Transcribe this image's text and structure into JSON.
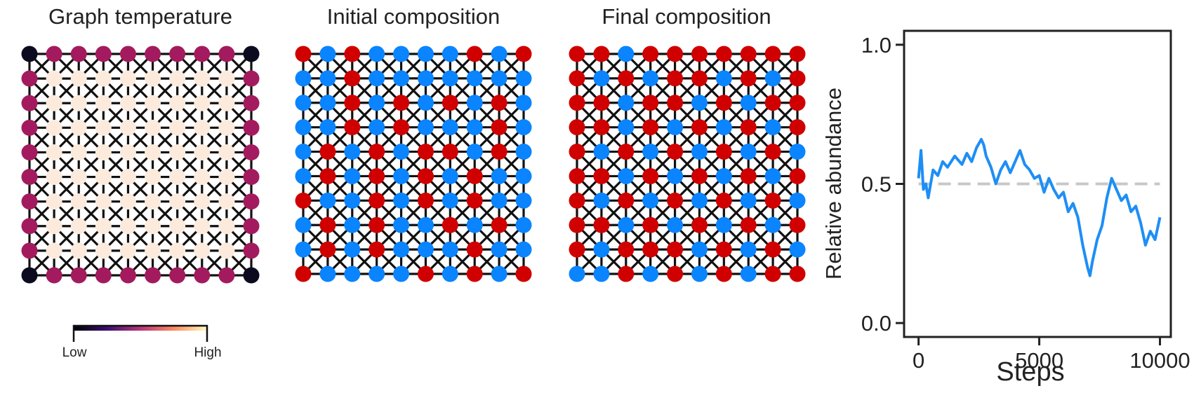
{
  "colors": {
    "red": "#d00000",
    "blue": "#0a84ff",
    "cold": "#0b0a1f",
    "mid": "#a31b5e",
    "hot": "#fcebdc",
    "edge": "#111111",
    "line": "#1e8ef5",
    "ref": "#c8c8c8"
  },
  "panels": {
    "temperature": {
      "title": "Graph temperature",
      "colorbar": {
        "low_label": "Low",
        "high_label": "High"
      }
    },
    "initial": {
      "title": "Initial composition"
    },
    "final": {
      "title": "Final composition"
    }
  },
  "chart_data": [
    {
      "type": "graph",
      "title": "Graph temperature",
      "grid": [
        10,
        10
      ],
      "node_temperature": [
        "CMMMMMMMMC",
        "MHHHHHHHHM",
        "MHHHHHHHHM",
        "MHHHHHHHHM",
        "MHHHHHHHHM",
        "MHHHHHHHHM",
        "MHHHHHHHHM",
        "MHHHHHHHHM",
        "MHHHHHHHHM",
        "CMMMMMMMMC"
      ],
      "temperature_key": {
        "C": "cold",
        "M": "mid",
        "H": "hot"
      },
      "colorbar": [
        "Low",
        "High"
      ]
    },
    {
      "type": "graph",
      "title": "Initial composition",
      "grid": [
        10,
        10
      ],
      "nodes": [
        "RBRBBBBRBR",
        "BBRBBBBBBB",
        "BBRBRBRBRB",
        "BBRBRBBBRB",
        "BRBRBRRBRB",
        "BRBRBRBRBB",
        "RBBRBRBRBB",
        "BRBRBBRBRB",
        "BRBRBBBRBB",
        "RBBBBRBRBR"
      ],
      "node_key": {
        "R": "red",
        "B": "blue"
      }
    },
    {
      "type": "graph",
      "title": "Final composition",
      "grid": [
        10,
        10
      ],
      "nodes": [
        "RRBRRRRRRR",
        "RBRBRRBRBR",
        "RRBRRBRBRR",
        "RRBRBRBRBR",
        "RBRBRBRBRB",
        "RRBRBRBRBR",
        "RBRBRBRBRB",
        "RRBRBRBRBR",
        "RBRRRBRBRB",
        "BBRBRBRBRR"
      ],
      "node_key": {
        "R": "red",
        "B": "blue"
      }
    },
    {
      "type": "line",
      "xlabel": "Steps",
      "ylabel": "Relative abundance",
      "xlim": [
        -600,
        10450
      ],
      "ylim": [
        -0.05,
        1.05
      ],
      "xticks": [
        0,
        5000,
        10000
      ],
      "yticks": [
        0.0,
        0.5,
        1.0
      ],
      "xtick_labels": [
        "0",
        "5000",
        "10000"
      ],
      "ytick_labels": [
        "0.0",
        "0.5",
        "1.0"
      ],
      "reference_line": {
        "y": 0.5,
        "style": "dashed"
      },
      "series": [
        {
          "x": [
            0,
            100,
            200,
            300,
            400,
            600,
            800,
            1000,
            1200,
            1500,
            1800,
            2000,
            2200,
            2400,
            2600,
            2700,
            2800,
            3000,
            3200,
            3400,
            3600,
            3800,
            4000,
            4200,
            4400,
            4600,
            4800,
            5000,
            5200,
            5400,
            5600,
            5800,
            6000,
            6200,
            6400,
            6600,
            6800,
            7000,
            7100,
            7200,
            7400,
            7600,
            7800,
            8000,
            8200,
            8400,
            8600,
            8800,
            9000,
            9200,
            9400,
            9600,
            9800,
            10000
          ],
          "y": [
            0.52,
            0.62,
            0.48,
            0.5,
            0.45,
            0.55,
            0.53,
            0.58,
            0.56,
            0.6,
            0.57,
            0.61,
            0.58,
            0.63,
            0.66,
            0.64,
            0.6,
            0.56,
            0.5,
            0.55,
            0.58,
            0.54,
            0.58,
            0.62,
            0.57,
            0.55,
            0.52,
            0.53,
            0.47,
            0.52,
            0.48,
            0.45,
            0.47,
            0.4,
            0.43,
            0.38,
            0.28,
            0.2,
            0.17,
            0.22,
            0.3,
            0.35,
            0.45,
            0.52,
            0.48,
            0.44,
            0.46,
            0.4,
            0.42,
            0.36,
            0.28,
            0.33,
            0.3,
            0.38
          ]
        }
      ]
    }
  ]
}
